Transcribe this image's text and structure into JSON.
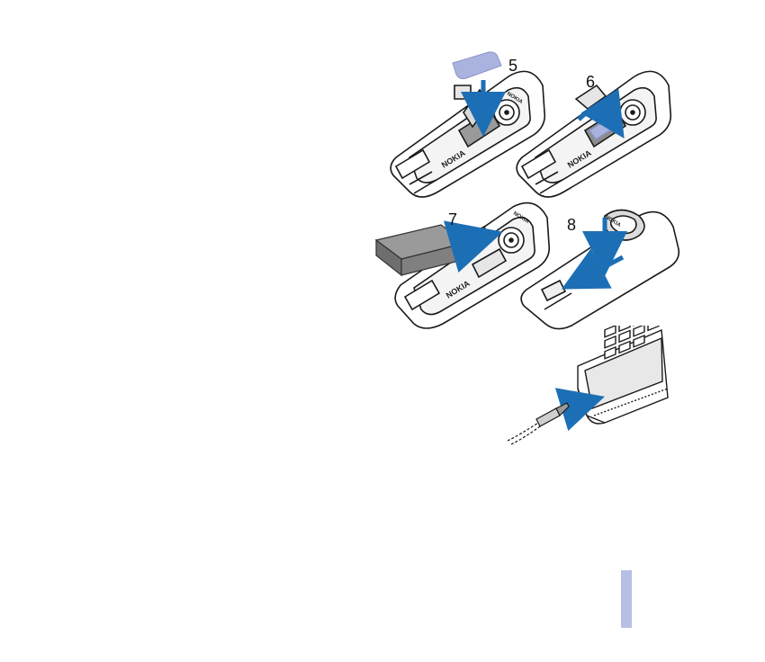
{
  "steps": {
    "step5": "5",
    "step6": "6",
    "step7": "7",
    "step8": "8"
  },
  "brand": "NOKIA",
  "colors": {
    "arrow": "#1d6fb5",
    "sim_card": "#aab3df",
    "side_tab": "#b7bfe6",
    "line": "#1a1a1a"
  },
  "icons": [
    "arrow-icon",
    "curved-arrow-icon",
    "sim-card-icon",
    "battery-icon",
    "charger-plug-icon"
  ]
}
